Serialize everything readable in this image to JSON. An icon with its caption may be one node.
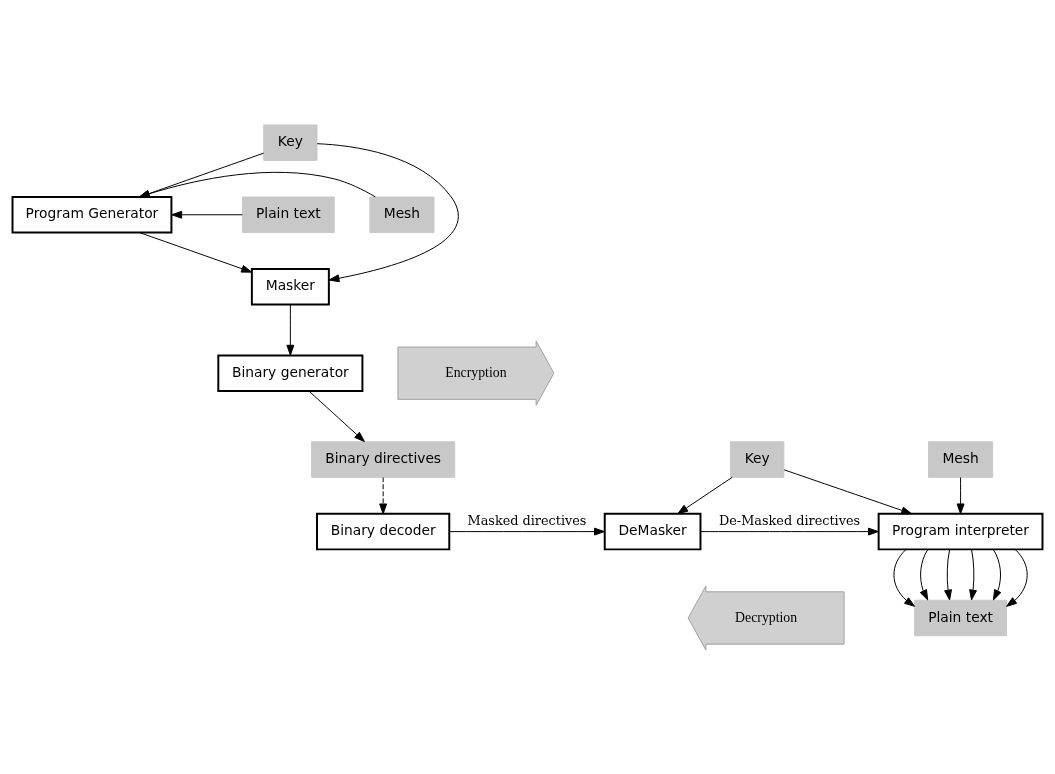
{
  "diagram": {
    "nodes": [
      {
        "text": [
          "Key"
        ]
      },
      {
        "text": [
          "Plain text"
        ]
      },
      {
        "text": [
          "Program Generator"
        ]
      },
      {
        "text": [
          "Masker"
        ]
      },
      {
        "text": [
          "Binary generator"
        ]
      },
      {
        "text": [
          "Mesh"
        ]
      },
      {
        "text": [
          "Encryption"
        ]
      },
      {
        "text": [
          "Binary directives"
        ]
      },
      {
        "text": [
          "Mesh"
        ]
      },
      {
        "text": [
          "Key"
        ]
      },
      {
        "text": [
          "Program interpreter"
        ]
      },
      {
        "text": [
          "DeMasker"
        ]
      },
      {
        "text": [
          "Binary decoder"
        ]
      },
      {
        "text": [
          "Decryption"
        ]
      },
      {
        "text": [
          "Plain text"
        ]
      }
    ],
    "edges": [
      {
        "from": 0,
        "to": 2,
        "arrow": "to"
      },
      {
        "from": 0,
        "to": 3,
        "arrow": "to"
      },
      {
        "from": 1,
        "to": 2,
        "arrow": "to"
      },
      {
        "from": 5,
        "to": 2,
        "arrow": "to"
      },
      {
        "from": 2,
        "to": 3,
        "arrow": "to"
      },
      {
        "from": 3,
        "to": 4,
        "arrow": "to"
      },
      {
        "from": 4,
        "to": 7,
        "arrow": "to"
      },
      {
        "from": 7,
        "to": 12,
        "arrow": "to",
        "style": "dashed"
      },
      {
        "from": 8,
        "to": 10,
        "arrow": "to"
      },
      {
        "from": 9,
        "to": 10,
        "arrow": "to"
      },
      {
        "from": 9,
        "to": 11,
        "arrow": "to"
      },
      {
        "from": 12,
        "to": 11,
        "label": "Masked directives",
        "arrow": "to"
      },
      {
        "from": 11,
        "to": 10,
        "label": "De-Masked directives",
        "arrow": "to"
      },
      {
        "from": 10,
        "to": 14,
        "arrow": "to"
      },
      {
        "from": 10,
        "to": 14,
        "arrow": "to"
      },
      {
        "from": 10,
        "to": 14,
        "arrow": "to"
      },
      {
        "from": 10,
        "to": 14,
        "arrow": "to"
      },
      {
        "from": 10,
        "to": 14,
        "arrow": "to"
      },
      {
        "from": 10,
        "to": 14,
        "arrow": "to"
      }
    ]
  }
}
